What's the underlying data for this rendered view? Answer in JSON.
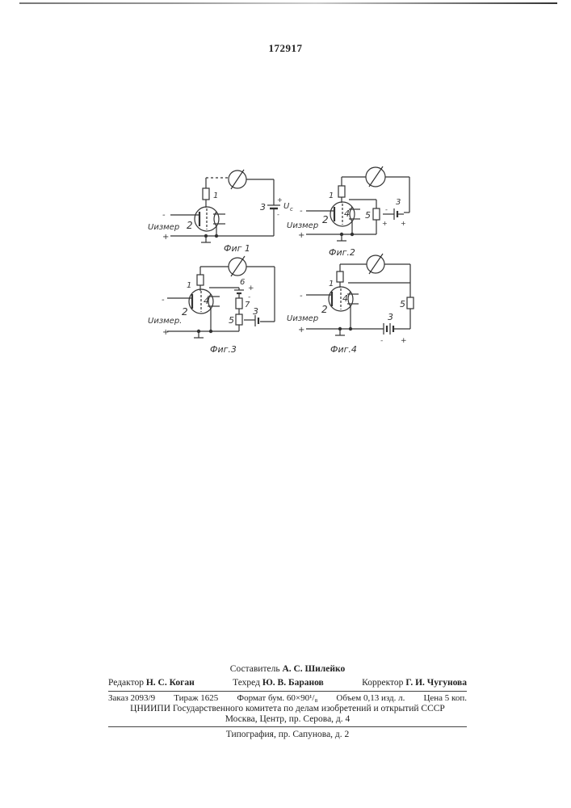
{
  "document": {
    "patent_number": "172917"
  },
  "figures": [
    {
      "caption": "Фиг 1",
      "input_label": "Uизмер",
      "minus_terminal": "-",
      "plus_terminal": "+",
      "labels": {
        "tube": "1",
        "grid": "2",
        "battery": "3",
        "battery_voltage": "U",
        "battery_voltage_sub": "c",
        "battery_plus": "+",
        "battery_minus": "-"
      }
    },
    {
      "caption": "Фиг.2",
      "input_label": "Uизмер",
      "minus_terminal": "-",
      "plus_terminal": "+",
      "labels": {
        "tube": "1",
        "grid": "2",
        "battery": "3",
        "filament": "4",
        "potentiometer": "5",
        "plus_a": "+",
        "plus_b": "+",
        "minus": "-"
      }
    },
    {
      "caption": "Фиг.3",
      "input_label": "Uизмер.",
      "minus_terminal": "-",
      "plus_terminal": "+",
      "labels": {
        "tube": "1",
        "grid": "2",
        "battery": "3",
        "filament": "4",
        "potentiometer": "5",
        "aux_battery": "6",
        "resistor": "7",
        "plus": "+",
        "minus": "-"
      }
    },
    {
      "caption": "Фиг.4",
      "input_label": "Uизмер",
      "minus_terminal": "-",
      "plus_terminal": "+",
      "labels": {
        "tube": "1",
        "grid": "2",
        "battery": "3",
        "filament": "4",
        "resistor": "5",
        "minus": "-",
        "plus": "+"
      }
    }
  ],
  "colophon": {
    "compiler_label": "Составитель",
    "compiler_name": "А. С. Шилейко",
    "editor_label": "Редактор",
    "editor_name": "Н. С. Коган",
    "techred_label": "Техред",
    "techred_name": "Ю. В. Баранов",
    "corrector_label": "Корректор",
    "corrector_name": "Г. И. Чугунова",
    "order": "Заказ 2093/9",
    "print_run": "Тираж 1625",
    "format": "Формат бум. 60×90¹/₈",
    "volume": "Объем 0,13 изд. л.",
    "price": "Цена 5 коп.",
    "institute": "ЦНИИПИ Государственного комитета по делам изобретений и открытий СССР",
    "address": "Москва, Центр, пр. Серова, д. 4",
    "printer": "Типография, пр. Сапунова, д. 2"
  }
}
